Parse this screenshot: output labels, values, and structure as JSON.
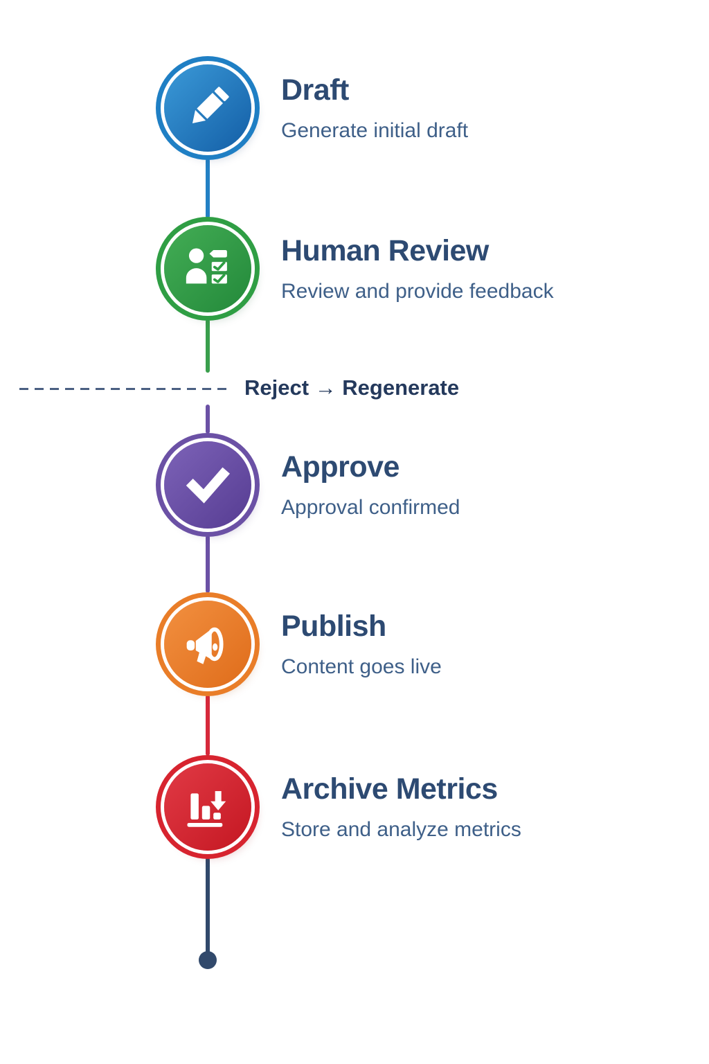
{
  "workflow": {
    "background_color": "#ffffff",
    "title_color": "#2d4a72",
    "subtitle_color": "#3e5f88",
    "steps": [
      {
        "title": "Draft",
        "subtitle": "Generate initial draft",
        "icon": "pencil-icon",
        "circle_color": "#1f7fc4",
        "connector_color": "#2380c4"
      },
      {
        "title": "Human Review",
        "subtitle": "Review and provide feedback",
        "icon": "person-checklist-icon",
        "circle_color": "#2f9e44",
        "connector_color": "#3a9f4d"
      },
      {
        "title": "Approve",
        "subtitle": "Approval confirmed",
        "icon": "checkmark-icon",
        "circle_color": "#6b51a5",
        "connector_color": "#6b51a5"
      },
      {
        "title": "Publish",
        "subtitle": "Content goes live",
        "icon": "megaphone-icon",
        "circle_color": "#e97d28",
        "connector_color": "#d6293b"
      },
      {
        "title": "Archive Metrics",
        "subtitle": "Store and analyze metrics",
        "icon": "bar-chart-down-icon",
        "circle_color": "#d7242f",
        "connector_color": "#31496b"
      }
    ],
    "branch": {
      "label": "Reject → Regenerate",
      "label_color": "#24395c",
      "line_color": "#4a5f82"
    },
    "terminal_dot_color": "#31496b"
  }
}
